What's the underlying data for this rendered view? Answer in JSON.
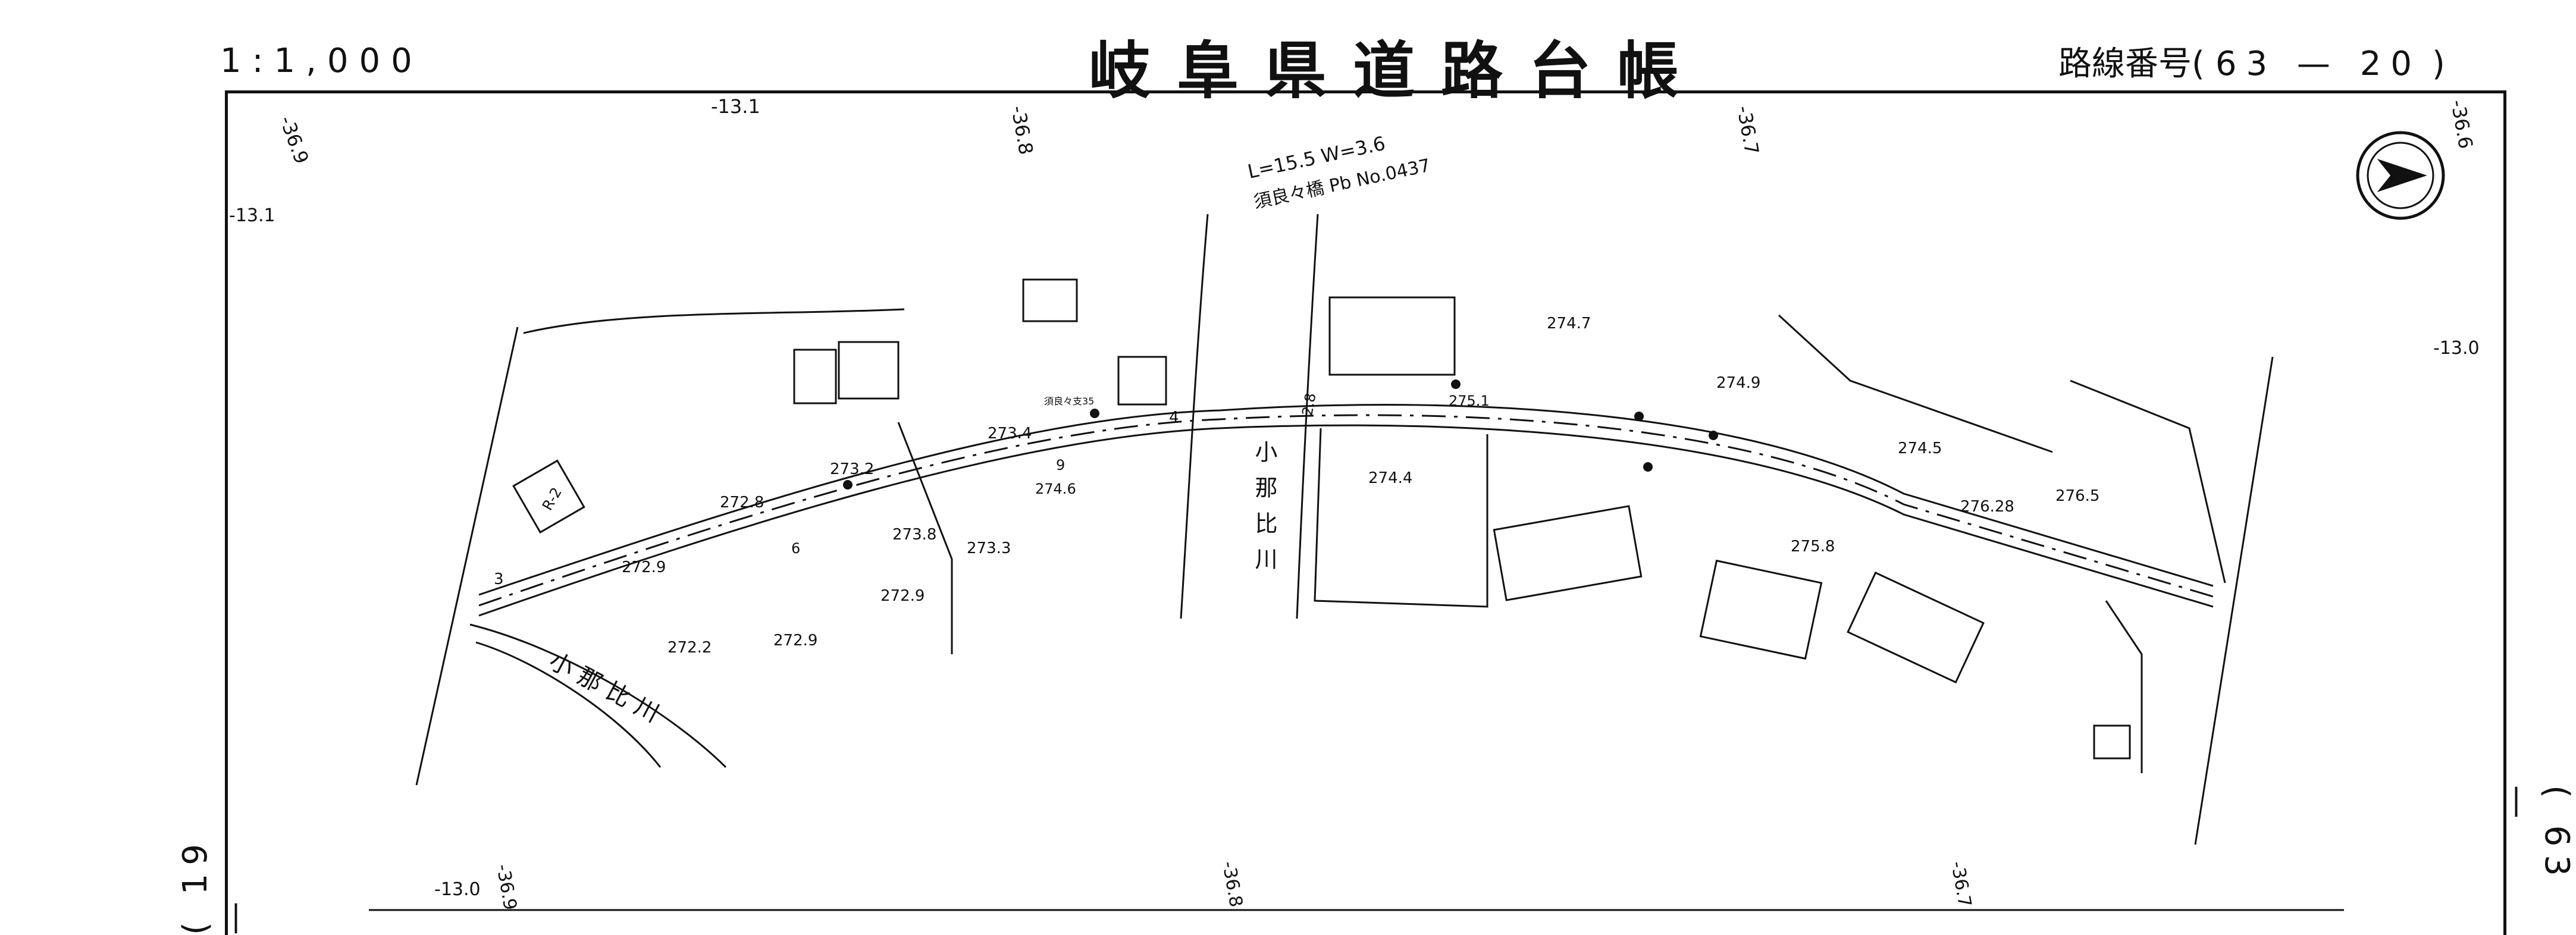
{
  "header": {
    "scale": "1:1,000",
    "title": "岐阜県道路台帳",
    "route_label": "路線番号(",
    "route_number": "63 — 20",
    "route_close": ")"
  },
  "margin": {
    "left_page": "( 19 —",
    "right_page": "( 63 —"
  },
  "map": {
    "grid_labels": [
      "-36.9",
      "-13.1",
      "-36.8",
      "-36.7",
      "-36.6",
      "-13.1",
      "-13.0",
      "-13.0",
      "-36.9",
      "-36.8",
      "-36.7"
    ],
    "bridge": {
      "line1": "L=15.5  W=3.6",
      "line2": "須良々橋  Pb No.0437"
    },
    "rivers": {
      "main_vertical": "小那比川",
      "lower_left": "小那比川"
    },
    "elevations": [
      "274.7",
      "274.9",
      "275.1",
      "274.5",
      "276.28",
      "276.5",
      "275.8",
      "274.4",
      "273.4",
      "274.6",
      "273.2",
      "272.8",
      "273.8",
      "273.3",
      "272.9",
      "272.9",
      "272.2",
      "272.9"
    ],
    "road_marks": [
      "4",
      "2.8",
      "9",
      "3",
      "6"
    ],
    "small_label": "須良々支35",
    "house_tag": "R-2"
  },
  "colors": {
    "ink": "#111111",
    "paper": "#ffffff"
  }
}
